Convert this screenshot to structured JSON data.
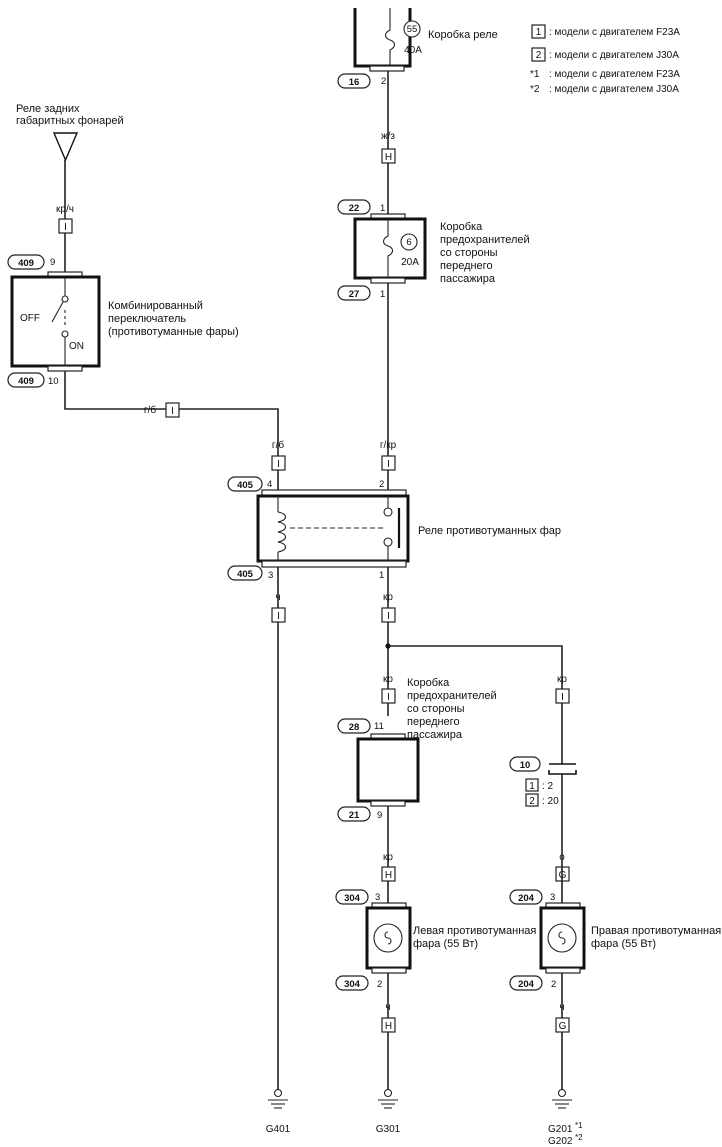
{
  "legend": [
    {
      "key": "1",
      "text": ": модели с двигателем F23A"
    },
    {
      "key": "2",
      "text": ": модели с двигателем J30A"
    },
    {
      "key": "*1",
      "text": ": модели с двигателем F23A"
    },
    {
      "key": "*2",
      "text": ": модели с двигателем J30A"
    }
  ],
  "relay_box": {
    "label": "Коробка реле",
    "fuse_no": "55",
    "rating": "40A",
    "connector": "16",
    "pin": "2"
  },
  "wire_top": {
    "color": "ж/з",
    "code": "H"
  },
  "fuse_box_1": {
    "label": [
      "Коробка",
      "предохранителей",
      "со стороны",
      "переднего",
      "пассажира"
    ],
    "fuse_no": "6",
    "rating": "20A",
    "conn_top": "22",
    "pin_top": "1",
    "conn_bot": "27",
    "pin_bot": "1"
  },
  "tail_relay": {
    "label": [
      "Реле задних",
      "габаритных фонарей"
    ],
    "wire_color": "кр/ч",
    "code": "I"
  },
  "switch": {
    "label": [
      "Комбинированный",
      "переключатель",
      "(противотуманные фары)"
    ],
    "off": "OFF",
    "on": "ON",
    "conn_top": "409",
    "pin_top": "9",
    "conn_bot": "409",
    "pin_bot": "10"
  },
  "wire_gb": {
    "color": "г/б",
    "code": "I"
  },
  "relay_fog": {
    "label": "Реле противотуманных фар",
    "conn_top": "405",
    "conn_bot": "405",
    "pin4": "4",
    "pin2": "2",
    "pin3": "3",
    "pin1": "1",
    "in_left_color": "г/б",
    "in_right_color": "г/кр",
    "out_left_color": "ч",
    "out_right_color": "кр",
    "code": "I"
  },
  "fuse_box_2": {
    "label": [
      "Коробка",
      "предохранителей",
      "со стороны",
      "переднего",
      "пассажира"
    ],
    "conn_top": "28",
    "pin_top": "11",
    "conn_bot": "21",
    "pin_bot": "9",
    "wire_color": "кр",
    "code": "I"
  },
  "right_branch": {
    "wire_color": "кр",
    "code": "I",
    "connector": "10",
    "pin_1": ": 2",
    "pin_2": ": 20",
    "key1": "1",
    "key2": "2",
    "out_color": "о",
    "out_code": "G"
  },
  "lamp_left": {
    "label": [
      "Левая противотуманная",
      "фара (55 Вт)"
    ],
    "conn_top": "304",
    "pin_top": "3",
    "conn_bot": "304",
    "pin_bot": "2",
    "in_color": "кр",
    "in_code": "H",
    "out_color": "ч",
    "out_code": "H"
  },
  "lamp_right": {
    "label": [
      "Правая противотуманная",
      "фара (55 Вт)"
    ],
    "conn_top": "204",
    "pin_top": "3",
    "conn_bot": "204",
    "pin_bot": "2",
    "out_color": "ч",
    "out_code": "G"
  },
  "grounds": {
    "g1": "G401",
    "g2": "G301",
    "g3a": "G201",
    "g3a_mark": "*1",
    "g3b": "G202",
    "g3b_mark": "*2"
  }
}
